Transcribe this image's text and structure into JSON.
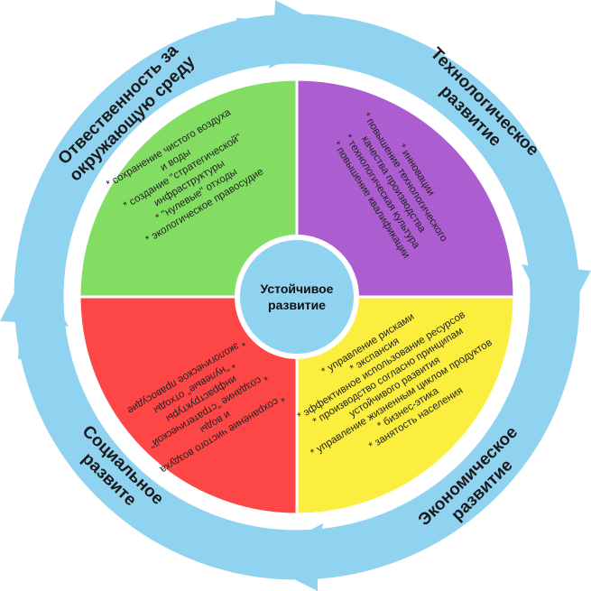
{
  "center": {
    "line1": "Устойчивое",
    "line2": "развитие"
  },
  "ring_labels": {
    "top_left": {
      "line1": "Отвественность за",
      "line2": "окружающую среду"
    },
    "top_right": {
      "line1": "Технологическое",
      "line2": "развитие"
    },
    "bottom_right": {
      "line1": "Экономическое",
      "line2": "развитие"
    },
    "bottom_left": {
      "line1": "Социальное",
      "line2": "развите"
    }
  },
  "quadrants": {
    "green": {
      "color": "#84dd63",
      "lines": [
        "* сохранение чистого воздуха",
        "и воды",
        "* создание \"стратегической\"",
        "инфраструктуры",
        "* \"нулевые\" отходы",
        "* экологическое правосудие"
      ]
    },
    "purple": {
      "color": "#ac5dcf",
      "lines": [
        "* инновации",
        "* повышение технологического",
        "качества производства",
        "* технологическая культура",
        "* повышение квалификации"
      ]
    },
    "yellow": {
      "color": "#fbee3f",
      "lines": [
        "* управление рисками",
        "* экспансия",
        "* эффективное использование ресурсов",
        "* производство согласно принципам",
        "устойчивого развития",
        "* управление жизненным циклом продуктов",
        "* бизнес-этика",
        "* занятость населения"
      ]
    },
    "red": {
      "color": "#fd4747",
      "lines": [
        "* сохранение чистого воздуха",
        "и воды",
        "* создание \"стратегической\"",
        "инфраструктуры",
        "* \"нулевые\" отходы",
        "* экологическое правосудие"
      ]
    }
  },
  "colors": {
    "ring": "#8fd3f1",
    "ring_edge": "#ffffff",
    "center_fill": "#8fd3f1",
    "center_border": "#ffffff"
  }
}
